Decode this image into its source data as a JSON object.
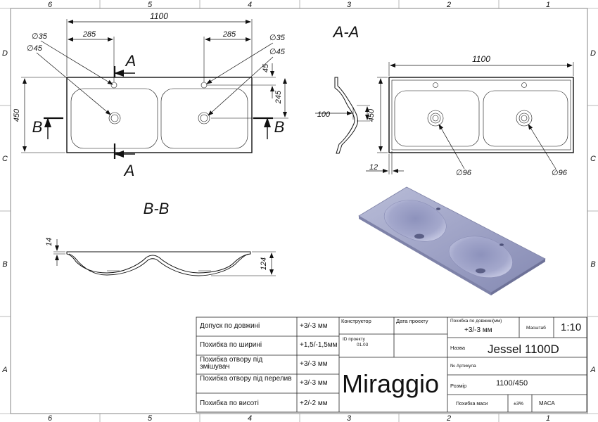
{
  "frame": {
    "columns": [
      "6",
      "5",
      "4",
      "3",
      "2",
      "1"
    ],
    "rows": [
      "D",
      "C",
      "B",
      "A"
    ]
  },
  "top_view": {
    "width": "1100",
    "height": "450",
    "hole_left_offset": "285",
    "hole_right_offset": "285",
    "d35_left": "∅35",
    "d45_left": "∅45",
    "d35_right": "∅35",
    "d45_right": "∅45",
    "dim_45": "45",
    "dim_245": "245",
    "section_a": "A",
    "section_b": "B"
  },
  "section_aa": {
    "title": "A-A",
    "depth": "100"
  },
  "side_view": {
    "width": "1100",
    "height": "450",
    "offset": "12",
    "d96_left": "∅96",
    "d96_right": "∅96"
  },
  "section_bb": {
    "title": "B-B",
    "dim_14": "14",
    "dim_124": "124"
  },
  "title_block": {
    "tolerances": [
      {
        "label": "Допуск по довжині",
        "value": "+3/-3 мм"
      },
      {
        "label": "Похибка по ширині",
        "value": "+1,5/-1,5мм"
      },
      {
        "label": "Похибка отвору під змішувач",
        "value": "+3/-3 мм"
      },
      {
        "label": "Похибка отвору під перелив",
        "value": "+3/-3 мм"
      },
      {
        "label": "Похибка по висоті",
        "value": "+2/-2 мм"
      }
    ],
    "constructor_label": "Конструктор",
    "design_date_label": "Дата проєкту",
    "project_id_label": "ID проекту",
    "project_id_value": "01.03",
    "length_tolerance_label": "Похибка по довжині(мм)",
    "length_tolerance_value": "+3/-3 мм",
    "scale_label": "Масштаб",
    "scale_value": "1:10",
    "name_label": "Назва",
    "name_value": "Jessel 1100D",
    "article_label": "№ Артикула",
    "brand": "Miraggio",
    "size_label": "Розмір",
    "size_value": "1100/450",
    "mass_tolerance_label": "Похибка маси",
    "mass_tolerance_value": "±3%",
    "mass_label": "МАСА"
  }
}
